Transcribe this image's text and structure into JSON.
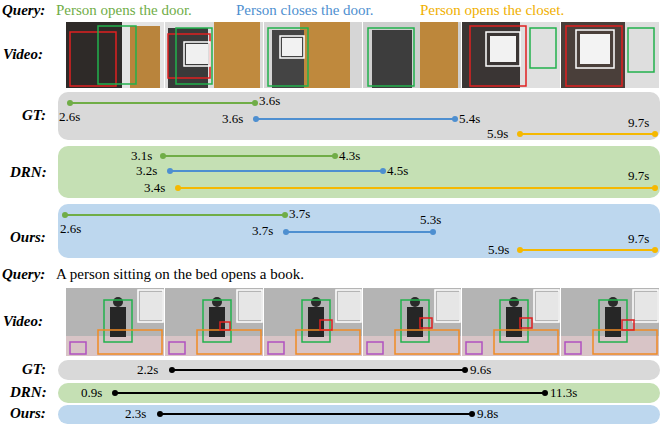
{
  "diagram": {
    "nodes": [
      {
        "text": [
          "GT:",
          "2.6s",
          "3.6s",
          "3.6s",
          "5.4s",
          "5.9s",
          "9.7s"
        ]
      },
      {
        "text": [
          "DRN:",
          "3.1s",
          "4.3s",
          "3.2s",
          "4.5s",
          "3.4s",
          "9.7s"
        ]
      },
      {
        "text": [
          "Ours:",
          "2.6s",
          "3.7s",
          "3.7s",
          "5.3s",
          "5.9s",
          "9.7s"
        ]
      },
      {
        "text": [
          "GT:",
          "2.2s",
          "9.6s"
        ]
      },
      {
        "text": [
          "DRN:",
          "0.9s",
          "11.3s"
        ]
      },
      {
        "text": [
          "Ours:",
          "2.3s",
          "9.8s"
        ]
      }
    ],
    "labels": [
      "Query:",
      "Person opens the door.",
      "Person closes the door.",
      "Person opens the closet.",
      "Video:",
      "Query:",
      "A person sitting on the bed opens a book.",
      "Video:"
    ]
  }
}
